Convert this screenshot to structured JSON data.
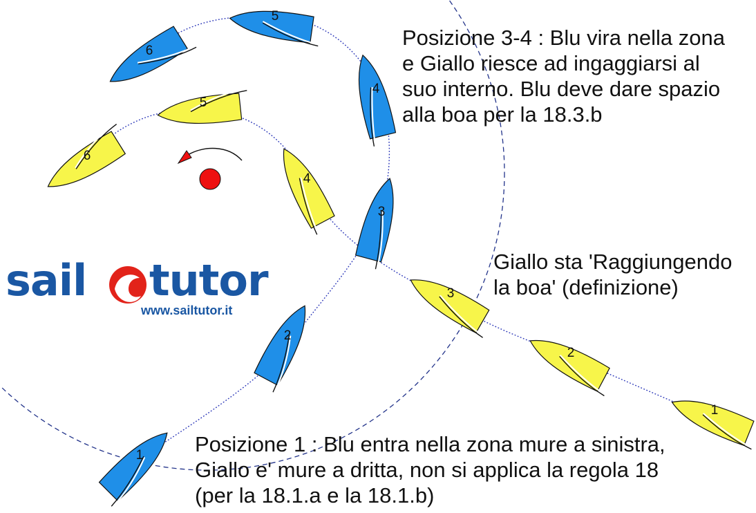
{
  "colors": {
    "blue_boat": "#1f8fe8",
    "yellow_boat": "#f7f54a",
    "mark": "#ee1111",
    "track": "#2a36b8",
    "zone_circle": "#22338a",
    "logo_blue": "#1a57a3",
    "logo_red": "#e2231a"
  },
  "boat_labels": {
    "blue": [
      "1",
      "2",
      "3",
      "4",
      "5",
      "6"
    ],
    "yellow": [
      "1",
      "2",
      "3",
      "4",
      "5",
      "6"
    ]
  },
  "notes": {
    "top_right": [
      "Posizione 3-4 : Blu vira nella zona",
      "e Giallo riesce ad ingaggiarsi al",
      "suo interno. Blu deve dare spazio",
      "alla boa per la 18.3.b"
    ],
    "middle_right": [
      "Giallo sta 'Raggiungendo",
      "la boa' (definizione)"
    ],
    "bottom": [
      "Posizione 1 : Blu entra nella zona mure a sinistra,",
      "Giallo e' mure a dritta, non si applica la regola 18",
      "(per la 18.1.a e la 18.1.b)"
    ]
  },
  "logo": {
    "word_left": "sail",
    "word_right": "tutor",
    "url": "www.sailtutor.it"
  }
}
